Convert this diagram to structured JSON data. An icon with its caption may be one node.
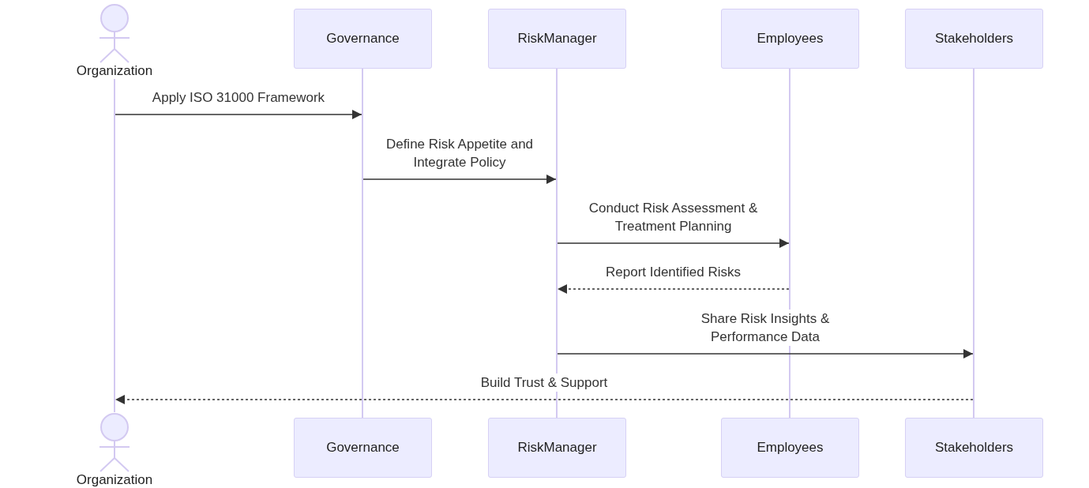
{
  "diagram": {
    "nodes": [
      {
        "text": [
          "Organization"
        ]
      },
      {
        "text": [
          "Governance"
        ]
      },
      {
        "text": [
          "RiskManager"
        ]
      },
      {
        "text": [
          "Employees"
        ]
      },
      {
        "text": [
          "Stakeholders"
        ]
      },
      {
        "text": [],
        "shape": "bar"
      },
      {
        "text": [],
        "shape": "bar"
      },
      {
        "text": [],
        "shape": "bar"
      },
      {
        "text": [],
        "shape": "bar"
      },
      {
        "text": [],
        "shape": "bar"
      },
      {
        "text": [
          "Organization"
        ]
      },
      {
        "text": [
          "Governance"
        ]
      },
      {
        "text": [
          "RiskManager"
        ]
      },
      {
        "text": [
          "Employees"
        ]
      },
      {
        "text": [
          "Stakeholders"
        ]
      }
    ],
    "edges": [
      {
        "from": 5,
        "to": 6,
        "arrow": "to",
        "label": "Apply ISO 31000 Framework"
      },
      {
        "from": 6,
        "to": 7,
        "arrow": "to",
        "label": "Define Risk Appetite and Integrate Policy"
      },
      {
        "from": 7,
        "to": 8,
        "arrow": "to",
        "label": "Conduct Risk Assessment & Treatment Planning"
      },
      {
        "from": 8,
        "to": 7,
        "arrow": "to",
        "label": "Report Identified Risks",
        "style": "dashed"
      },
      {
        "from": 7,
        "to": 9,
        "arrow": "to",
        "label": "Share Risk Insights & Performance Data"
      },
      {
        "from": 9,
        "to": 5,
        "arrow": "to",
        "label": "Build Trust & Support",
        "style": "dashed"
      }
    ]
  }
}
